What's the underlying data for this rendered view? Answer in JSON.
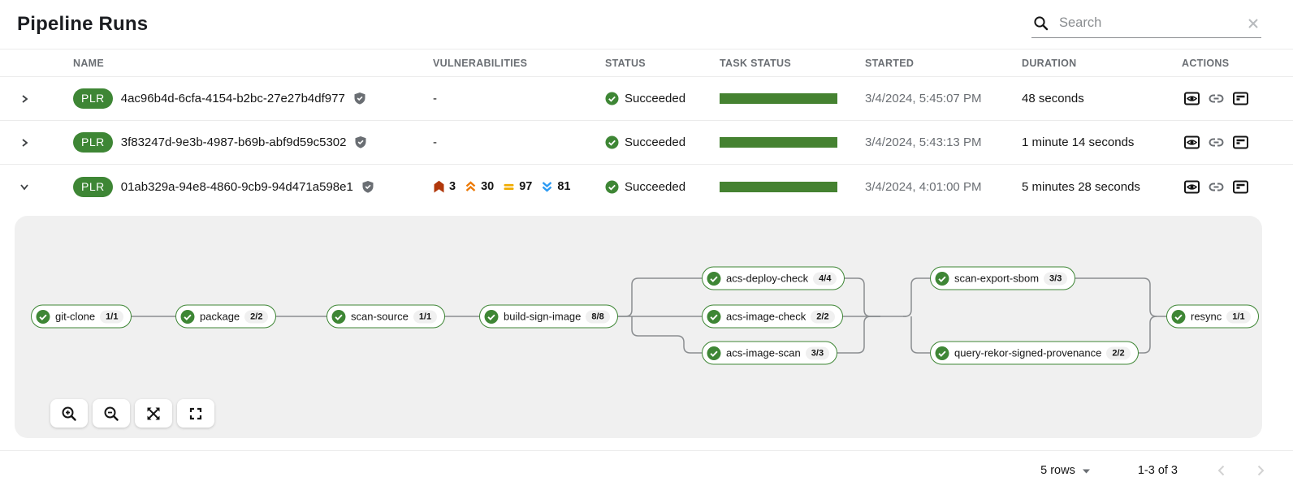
{
  "page": {
    "title": "Pipeline Runs"
  },
  "search": {
    "placeholder": "Search"
  },
  "table": {
    "columns": {
      "name": "NAME",
      "vulnerabilities": "VULNERABILITIES",
      "status": "STATUS",
      "task_status": "TASK STATUS",
      "started": "STARTED",
      "duration": "DURATION",
      "actions": "ACTIONS"
    },
    "rows": [
      {
        "badge": "PLR",
        "name": "4ac96b4d-6cfa-4154-b2bc-27e27b4df977",
        "vulnerabilities_empty": "-",
        "status": "Succeeded",
        "started": "3/4/2024, 5:45:07 PM",
        "duration": "48 seconds"
      },
      {
        "badge": "PLR",
        "name": "3f83247d-9e3b-4987-b69b-abf9d59c5302",
        "vulnerabilities_empty": "-",
        "status": "Succeeded",
        "started": "3/4/2024, 5:43:13 PM",
        "duration": "1 minute 14 seconds"
      },
      {
        "badge": "PLR",
        "name": "01ab329a-94e8-4860-9cb9-94d471a598e1",
        "vulnerabilities": {
          "critical": "3",
          "high": "30",
          "medium": "97",
          "low": "81"
        },
        "status": "Succeeded",
        "started": "3/4/2024, 4:01:00 PM",
        "duration": "5 minutes 28 seconds"
      }
    ]
  },
  "pipeline": {
    "tasks": [
      {
        "name": "git-clone",
        "count": "1/1"
      },
      {
        "name": "package",
        "count": "2/2"
      },
      {
        "name": "scan-source",
        "count": "1/1"
      },
      {
        "name": "build-sign-image",
        "count": "8/8"
      },
      {
        "name": "acs-deploy-check",
        "count": "4/4"
      },
      {
        "name": "acs-image-check",
        "count": "2/2"
      },
      {
        "name": "acs-image-scan",
        "count": "3/3"
      },
      {
        "name": "scan-export-sbom",
        "count": "3/3"
      },
      {
        "name": "query-rekor-signed-provenance",
        "count": "2/2"
      },
      {
        "name": "resync",
        "count": "1/1"
      }
    ]
  },
  "pagination": {
    "rows_label": "5 rows",
    "range": "1-3 of 3"
  },
  "colors": {
    "success_green": "#3e8635",
    "task_bar_green": "#458231",
    "critical": "#b1380b",
    "high": "#ec7a08",
    "medium": "#f0ab00",
    "low": "#2b9af3",
    "panel_gray": "#f0f0f0"
  }
}
